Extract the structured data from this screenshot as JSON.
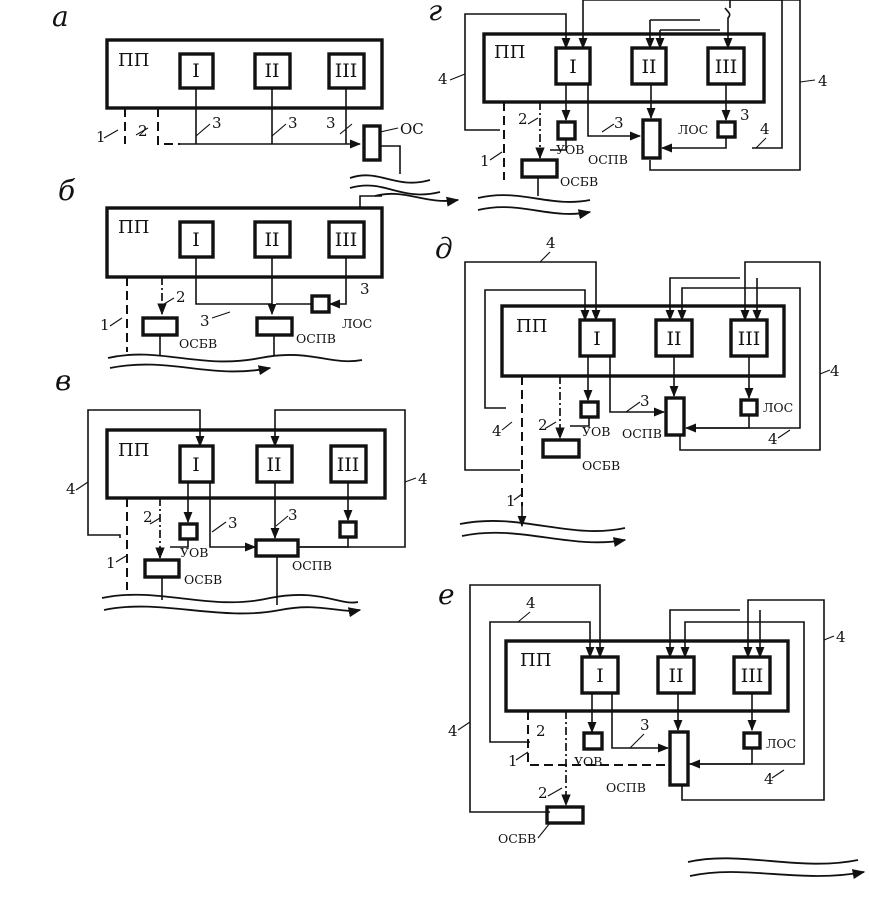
{
  "labels": {
    "plant": "ПП",
    "shop1": "I",
    "shop2": "II",
    "shop3": "III",
    "os": "ОС",
    "los": "ЛОС",
    "osbv": "ОСБВ",
    "ospv": "ОСПВ",
    "uov": "УОВ",
    "n1": "1",
    "n2": "2",
    "n3": "3",
    "n4": "4"
  },
  "panels": [
    {
      "letter": "а"
    },
    {
      "letter": "б"
    },
    {
      "letter": "в"
    },
    {
      "letter": "г"
    },
    {
      "letter": "д"
    },
    {
      "letter": "е"
    }
  ]
}
